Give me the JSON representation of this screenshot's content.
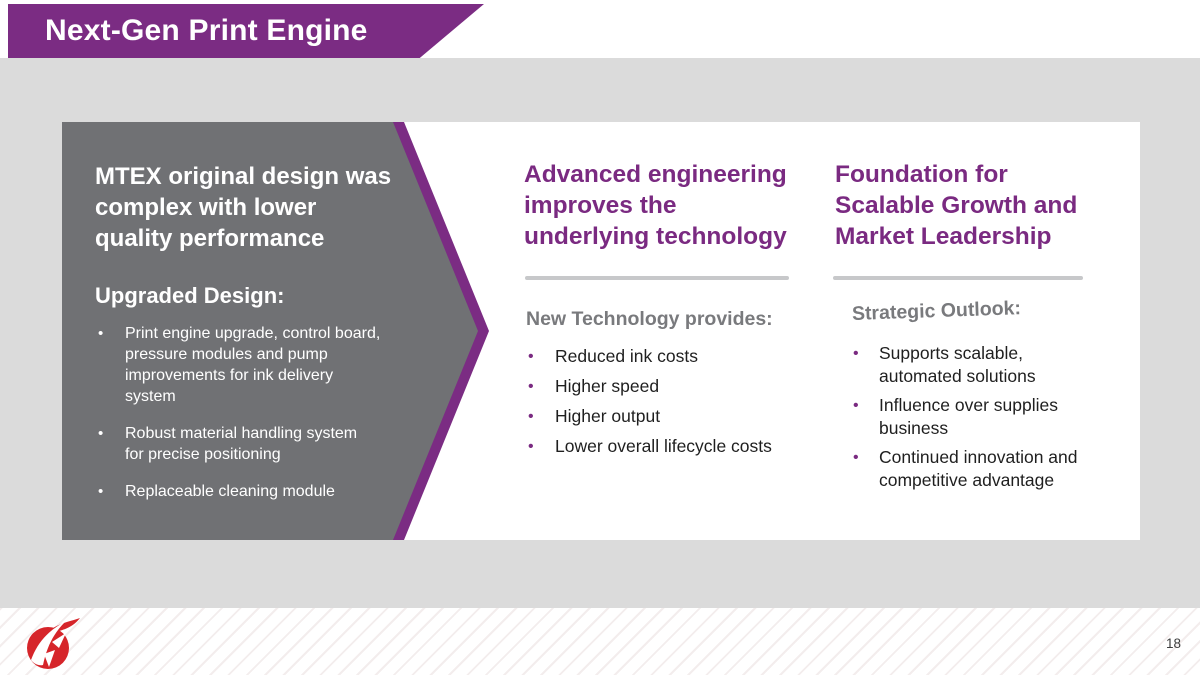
{
  "header": {
    "title": "Next-Gen Print Engine"
  },
  "left_callout": {
    "heading": "MTEX original design was\ncomplex with lower\nquality performance",
    "subheading": "Upgraded Design:",
    "bullets": [
      "Print engine upgrade, control board,\npressure modules and pump\nimprovements for ink delivery\nsystem",
      "Robust material handling system\nfor precise positioning",
      "Replaceable cleaning module"
    ]
  },
  "middle_column": {
    "heading": "Advanced engineering\nimproves the\nunderlying technology",
    "label": "New Technology provides:",
    "bullets": [
      "Reduced ink costs",
      "Higher speed",
      "Higher output",
      "Lower overall lifecycle costs"
    ]
  },
  "right_column": {
    "heading": "Foundation for\nScalable Growth and\nMarket Leadership",
    "label": "Strategic Outlook:",
    "bullets": [
      "Supports scalable,\nautomated solutions",
      "Influence over supplies\nbusiness",
      "Continued innovation and\ncompetitive advantage"
    ]
  },
  "footer": {
    "page_number": "18",
    "logo_icon": "red-circle-brand-logo"
  },
  "glyphs": {
    "bullet": "•"
  },
  "colors": {
    "banner_purple": "#7B2C83",
    "heading_purple": "#7A2A81",
    "callout_gray": "#707174",
    "callout_band_purple": "#7B2C83",
    "background_gray": "#DBDBDB",
    "divider_gray": "#C7C8CA",
    "label_gray": "#797A7D",
    "body_text": "#1F1F1F",
    "logo_red": "#D6252A"
  }
}
